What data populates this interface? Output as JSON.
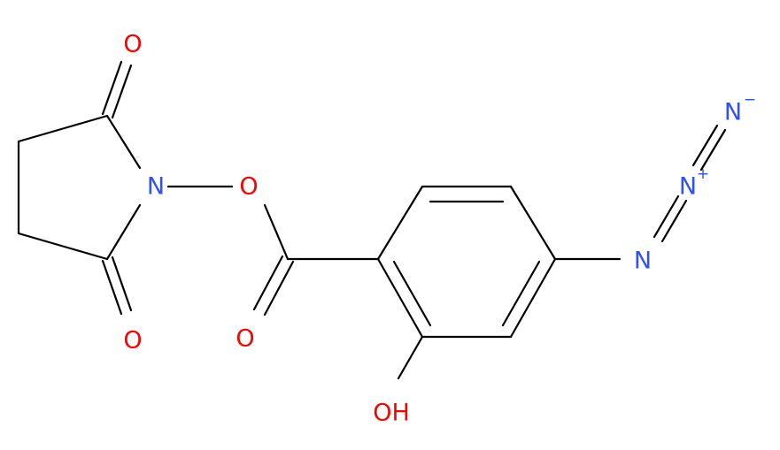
{
  "colors": {
    "carbon_bond": "#000000",
    "oxygen": "#ff0000",
    "nitrogen": "#3050f8",
    "background": "#ffffff"
  },
  "atoms": {
    "o_top": "O",
    "n_ring": "N",
    "o_link": "O",
    "o_bottom": "O",
    "o_ester": "O",
    "oh": "OH",
    "n_azide_1": "N",
    "n_azide_2": "N",
    "n_azide_3": "N"
  },
  "charges": {
    "plus": "+",
    "minus": "−"
  }
}
